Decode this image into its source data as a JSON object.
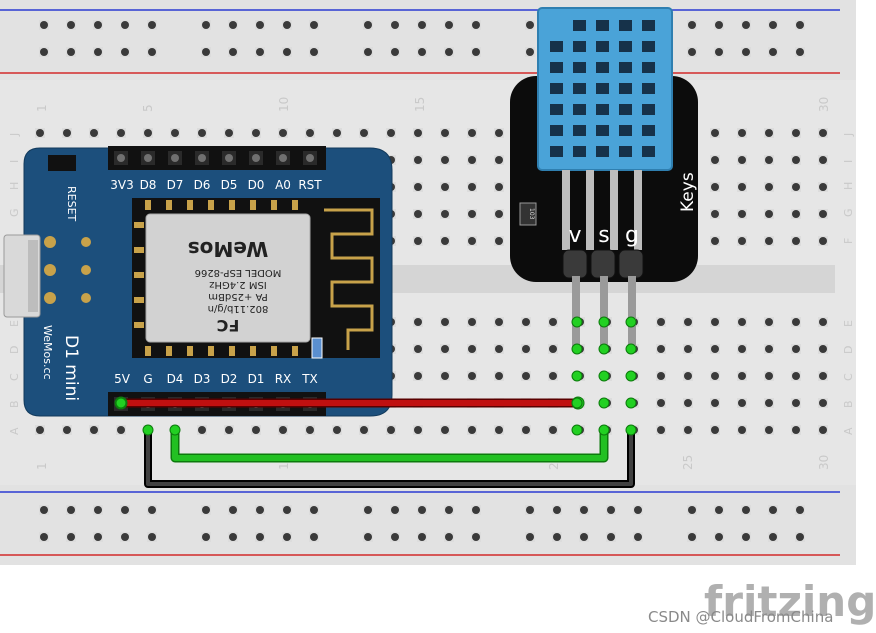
{
  "breadboard": {
    "column_numbers_top": [
      "1",
      "5",
      "10",
      "15",
      "30"
    ],
    "column_numbers_bottom": [
      "1",
      "1",
      "2",
      "25",
      "30"
    ],
    "row_letters_left_top": [
      "J",
      "I",
      "H",
      "G",
      "F"
    ],
    "row_letters_left_bottom": [
      "E",
      "D",
      "C",
      "B",
      "A"
    ],
    "row_letters_right_top": [
      "J",
      "I",
      "H",
      "G",
      "F"
    ],
    "row_letters_right_bottom": [
      "E",
      "D",
      "C",
      "B",
      "A"
    ]
  },
  "board": {
    "top_pins": [
      "3V3",
      "D8",
      "D7",
      "D6",
      "D5",
      "D0",
      "A0",
      "RST"
    ],
    "bottom_pins": [
      "5V",
      "G",
      "D4",
      "D3",
      "D2",
      "D1",
      "RX",
      "TX"
    ],
    "reset_label": "RESET",
    "name_label": "D1 mini",
    "brand_label": "WeMos.cc",
    "module_label": "MODEL ESP-8266",
    "module_freq": "ISM 2.4GHz",
    "module_power": "PA +25dBm",
    "module_std": "802.11b/g/n",
    "fcc_label": "FC",
    "logo_label": "WeMos"
  },
  "sensor": {
    "brand": "Keys",
    "pins": [
      "v",
      "s",
      "g"
    ],
    "resistor": "103"
  },
  "footer": {
    "fritzing": "fritzing",
    "watermark": "CSDN @CloudFromChina"
  },
  "colors": {
    "breadboard": "#e6e6e6",
    "rail_red": "#d22a2a",
    "rail_blue": "#2a3bd2",
    "board_blue": "#1c4f7c",
    "wire_red": "#c01010",
    "wire_green": "#22c022",
    "wire_black": "#1a1a1a",
    "sensor_blue": "#4aa3d8"
  }
}
